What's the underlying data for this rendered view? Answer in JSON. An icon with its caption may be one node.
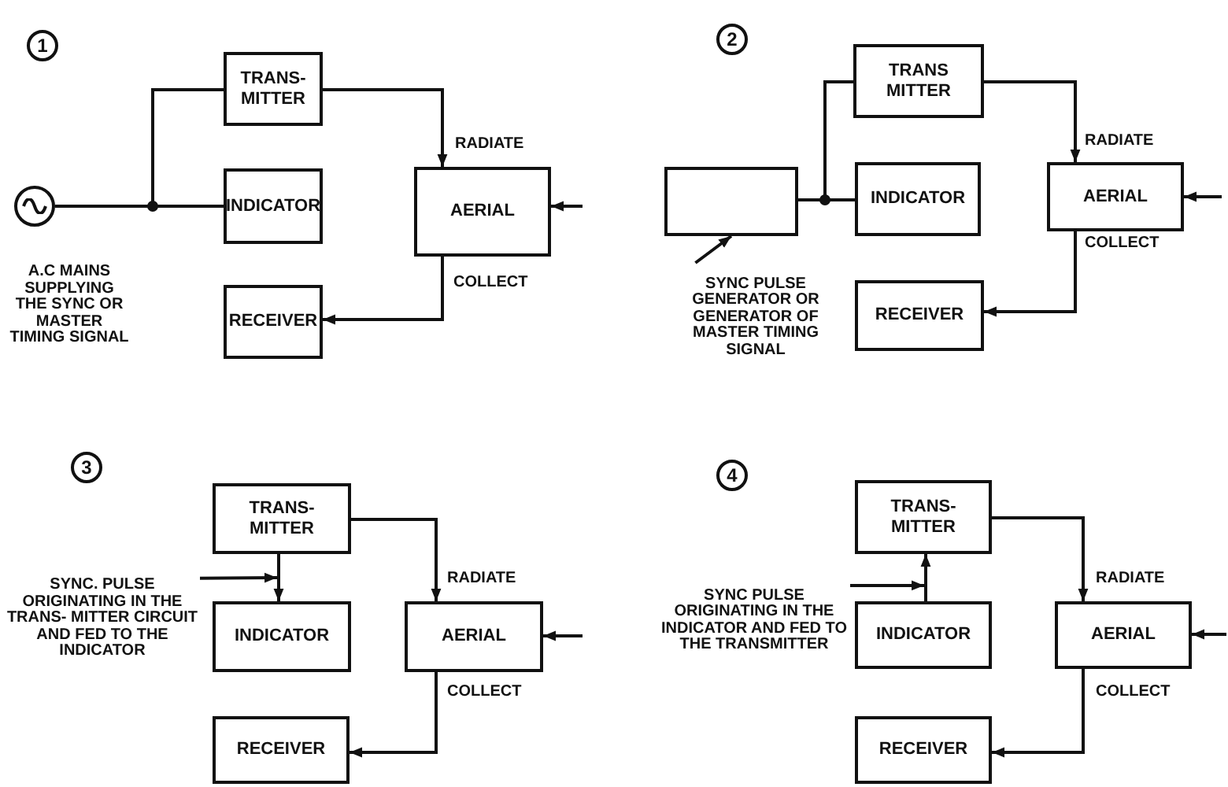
{
  "diagram": {
    "nodes": [
      {
        "text": [
          "1"
        ]
      },
      {
        "text": [],
        "shape": "circle",
        "beside": [
          "A.C MAINS SUPPLYING THE SYNC OR MASTER TIMING SIGNAL"
        ]
      },
      {
        "text": [
          "TRANS- MITTER"
        ]
      },
      {
        "text": [
          "INDICATOR"
        ]
      },
      {
        "text": [
          "AERIAL"
        ]
      },
      {
        "text": [
          "RECEIVER"
        ]
      },
      {
        "text": [
          "2"
        ]
      },
      {
        "text": [],
        "shape": "box"
      },
      {
        "text": [
          "TRANS MITTER"
        ]
      },
      {
        "text": [
          "INDICATOR"
        ]
      },
      {
        "text": [
          "AERIAL"
        ]
      },
      {
        "text": [
          "RECEIVER"
        ]
      },
      {
        "text": [
          "SYNC PULSE GENERATOR OR GENERATOR OF MASTER TIMING SIGNAL"
        ]
      },
      {
        "text": [
          "3"
        ]
      },
      {
        "text": [
          "SYNC. PULSE ORIGINATING IN THE TRANS- MITTER CIRCUIT AND FED TO THE INDICATOR"
        ]
      },
      {
        "text": [
          "TRANS- MITTER"
        ]
      },
      {
        "text": [
          "INDICATOR"
        ]
      },
      {
        "text": [
          "AERIAL"
        ]
      },
      {
        "text": [
          "RECEIVER"
        ]
      },
      {
        "text": [
          "4"
        ]
      },
      {
        "text": [
          "SYNC PULSE ORIGINATING IN THE INDICATOR AND FED TO THE TRANSMITTER"
        ]
      },
      {
        "text": [
          "TRANS- MITTER"
        ]
      },
      {
        "text": [
          "INDICATOR"
        ]
      },
      {
        "text": [
          "AERIAL"
        ]
      },
      {
        "text": [
          "RECEIVER"
        ]
      }
    ],
    "edges": [
      {
        "from": 1,
        "to": 2,
        "arrow": "none"
      },
      {
        "from": 1,
        "to": 3,
        "arrow": "none"
      },
      {
        "from": 2,
        "to": 4,
        "arrow": "to",
        "label": "RADIATE"
      },
      {
        "from": 4,
        "to": 5,
        "arrow": "to",
        "label": "COLLECT"
      },
      {
        "from": null,
        "to": 4,
        "arrow": "to"
      },
      {
        "from": 12,
        "to": 7,
        "arrow": "to"
      },
      {
        "from": 7,
        "to": 8,
        "arrow": "none"
      },
      {
        "from": 7,
        "to": 9,
        "arrow": "none"
      },
      {
        "from": 8,
        "to": 10,
        "arrow": "to",
        "label": "RADIATE"
      },
      {
        "from": 10,
        "to": 11,
        "arrow": "to",
        "label": "COLLECT"
      },
      {
        "from": null,
        "to": 10,
        "arrow": "to"
      },
      {
        "from": 15,
        "to": 16,
        "arrow": "to"
      },
      {
        "from": 14,
        "to": 15,
        "arrow": "to"
      },
      {
        "from": 15,
        "to": 17,
        "arrow": "to",
        "label": "RADIATE"
      },
      {
        "from": 17,
        "to": 18,
        "arrow": "to",
        "label": "COLLECT"
      },
      {
        "from": null,
        "to": 17,
        "arrow": "to"
      },
      {
        "from": 22,
        "to": 21,
        "arrow": "to"
      },
      {
        "from": 20,
        "to": 22,
        "arrow": "to"
      },
      {
        "from": 21,
        "to": 23,
        "arrow": "to",
        "label": "RADIATE"
      },
      {
        "from": 23,
        "to": 24,
        "arrow": "to",
        "label": "COLLECT"
      },
      {
        "from": null,
        "to": 23,
        "arrow": "to"
      }
    ]
  }
}
